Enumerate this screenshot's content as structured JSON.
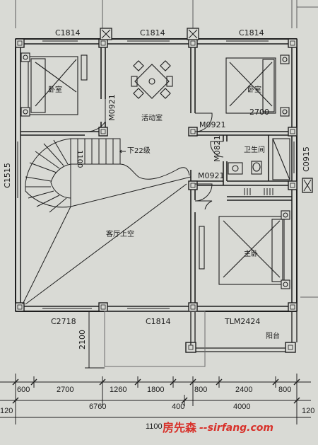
{
  "rooms": {
    "bedroom_left": "卧室",
    "activity_room": "活动室",
    "bedroom_right": "卧室",
    "bathroom": "卫生间",
    "living_void": "客厅上空",
    "master_bedroom": "主卧",
    "balcony": "阳台"
  },
  "windows": {
    "top_left": "C1814",
    "top_mid": "C1814",
    "top_right": "C1814",
    "left_side": "C1515",
    "right_side": "C0915",
    "bottom_left": "C2718",
    "bottom_mid": "C1814",
    "bottom_right": "TLM2424"
  },
  "doors": {
    "bedroom_left_door": "M0921",
    "bedroom_right_door": "M0921",
    "bath_door": "M0821",
    "master_door": "M0921"
  },
  "stair": {
    "down_label": "下22级",
    "width_label": "1100"
  },
  "inner_dims": {
    "bedroom_right_width": "2700",
    "balcony_depth": "2100"
  },
  "dimensions": {
    "row1": [
      "600",
      "2700",
      "1260",
      "1800",
      "800",
      "2400",
      "800"
    ],
    "row2": [
      "6760",
      "400",
      "4000"
    ],
    "row2_edge_left": "120",
    "row2_edge_right": "120",
    "total": "1100"
  },
  "watermark": {
    "brand": "房先森",
    "site": "--sirfang.com"
  },
  "colors": {
    "background": "#d9dad5",
    "wall": "#1e1e1e",
    "watermark_red": "#d8322b"
  }
}
